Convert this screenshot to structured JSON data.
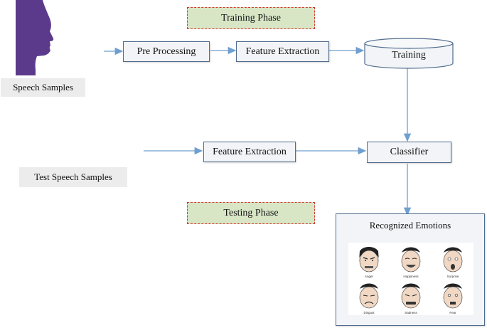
{
  "diagram": {
    "phases": {
      "training": "Training Phase",
      "testing": "Testing Phase"
    },
    "captions": {
      "speech_samples": "Speech Samples",
      "test_speech_samples": "Test Speech Samples"
    },
    "nodes": {
      "pre_processing": "Pre Processing",
      "feature_extraction_train": "Feature Extraction",
      "training": "Training",
      "feature_extraction_test": "Feature Extraction",
      "classifier": "Classifier"
    },
    "emotions": {
      "title": "Recognized Emotions",
      "faces": [
        "Anger",
        "Happiness",
        "Surprise",
        "Disgust",
        "Sadness",
        "Fear"
      ]
    },
    "colors": {
      "box_border": "#4f6c8c",
      "box_fill": "#f2f4f7",
      "arrow": "#6f9fd0",
      "phase_fill": "#d8e6c6",
      "phase_border": "#d33a2e",
      "head": "#5b3a8c"
    }
  }
}
